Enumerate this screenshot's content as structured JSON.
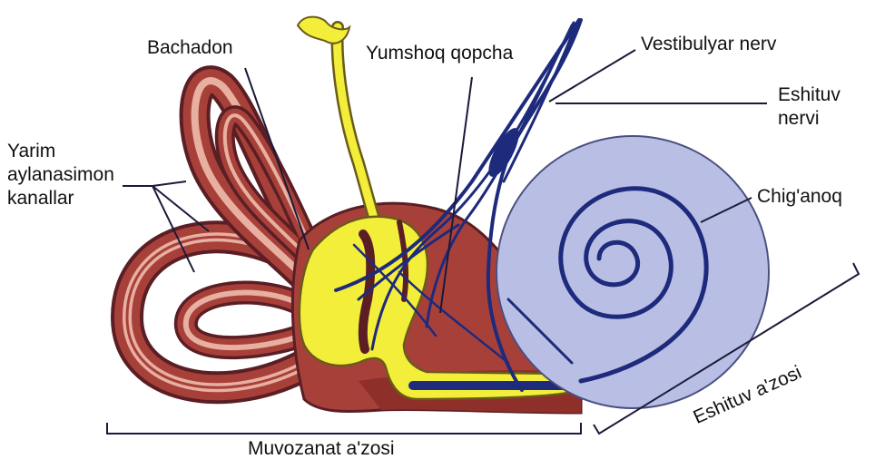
{
  "labels": {
    "bachadon": "Bachadon",
    "yumshoq_qopcha": "Yumshoq qopcha",
    "vestibulyar_nerv": "Vestibulyar nerv",
    "eshituv_nervi": [
      "Eshituv",
      "nervi"
    ],
    "yarim_aylanasimon": [
      "Yarim",
      "aylanasimon",
      "kanallar"
    ],
    "chiganoq": "Chig'anoq",
    "eshituv_azosi": "Eshituv a'zosi",
    "muvozanat_azosi": "Muvozanat a'zosi"
  },
  "colors": {
    "canal_dark": "#5a1e24",
    "canal_red": "#a8403a",
    "canal_light": "#e7b0a0",
    "vestibule_yellow": "#f2ee3a",
    "cochlea_lavender": "#b9bfe4",
    "nerve_blue": "#1e2a7c",
    "line": "#1a1a3a"
  }
}
